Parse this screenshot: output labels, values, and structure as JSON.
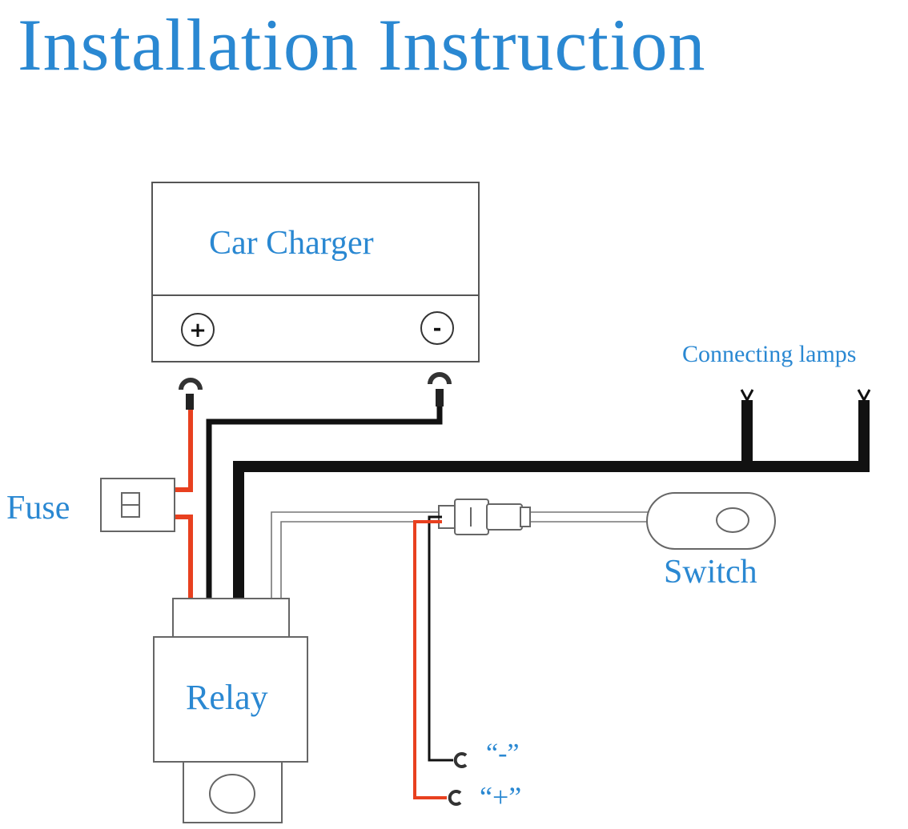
{
  "title": "Installation Instruction",
  "labels": {
    "car_charger": "Car Charger",
    "connecting_lamps": "Connecting lamps",
    "fuse": "Fuse",
    "switch": "Switch",
    "relay": "Relay",
    "negative_lead": "“-”",
    "positive_lead": "“+”"
  },
  "terminals": {
    "positive": "+",
    "negative": "-"
  },
  "colors": {
    "label": "#2a88d2",
    "wire_red": "#e8401f",
    "wire_black": "#111111",
    "outline": "#555555"
  }
}
